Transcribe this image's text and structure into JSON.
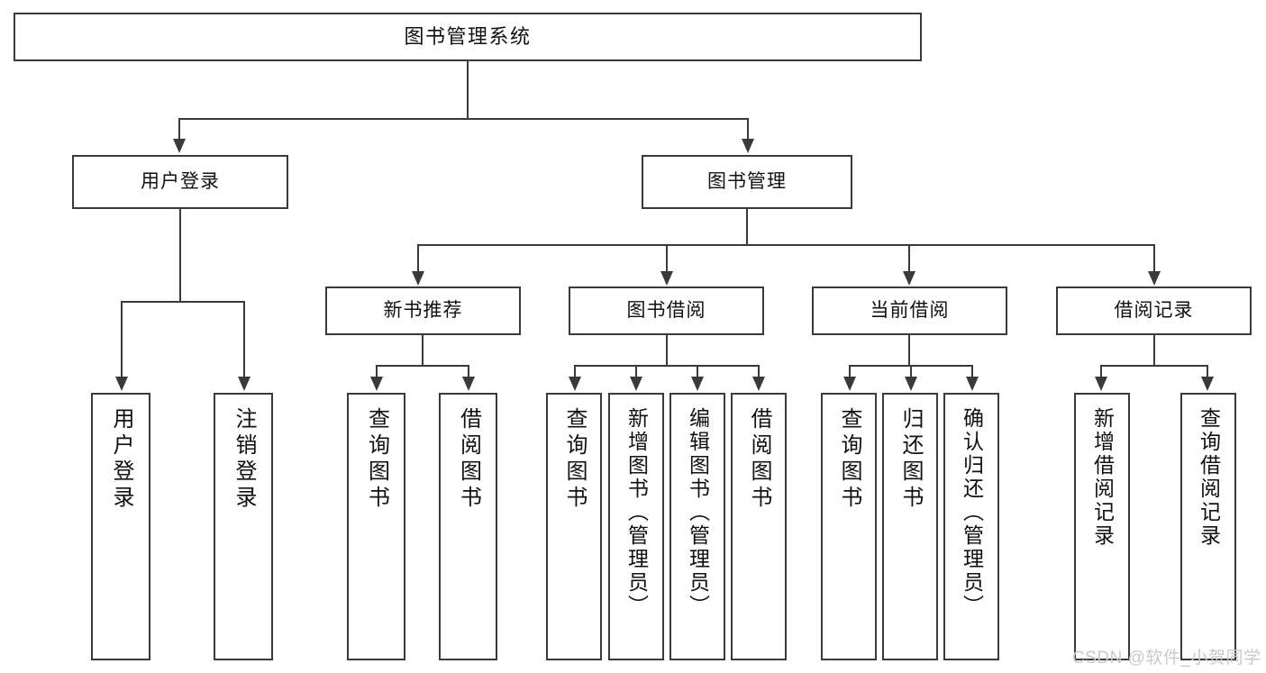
{
  "diagram": {
    "title": "图书管理系统",
    "type": "hierarchy-tree",
    "levels": 4,
    "root": {
      "label": "图书管理系统"
    },
    "level2": [
      {
        "label": "用户登录"
      },
      {
        "label": "图书管理"
      }
    ],
    "level3": [
      {
        "label": "新书推荐"
      },
      {
        "label": "图书借阅"
      },
      {
        "label": "当前借阅"
      },
      {
        "label": "借阅记录"
      }
    ],
    "leaves": {
      "user_login": [
        {
          "label": "用户登录"
        },
        {
          "label": "注销登录"
        }
      ],
      "new_book_recommend": [
        {
          "label": "查询图书"
        },
        {
          "label": "借阅图书"
        }
      ],
      "book_borrow": [
        {
          "label": "查询图书"
        },
        {
          "label": "新增图书（管理员）"
        },
        {
          "label": "编辑图书（管理员）"
        },
        {
          "label": "借阅图书"
        }
      ],
      "current_borrow": [
        {
          "label": "查询图书"
        },
        {
          "label": "归还图书"
        },
        {
          "label": "确认归还（管理员）"
        }
      ],
      "borrow_record": [
        {
          "label": "新增借阅记录"
        },
        {
          "label": "查询借阅记录"
        }
      ]
    }
  },
  "watermark": {
    "text": "CSDN @软件_小贺同学"
  },
  "colors": {
    "stroke": "#3a3a3a",
    "background": "#ffffff",
    "text": "#111111",
    "watermark": "#c9c9c9"
  }
}
